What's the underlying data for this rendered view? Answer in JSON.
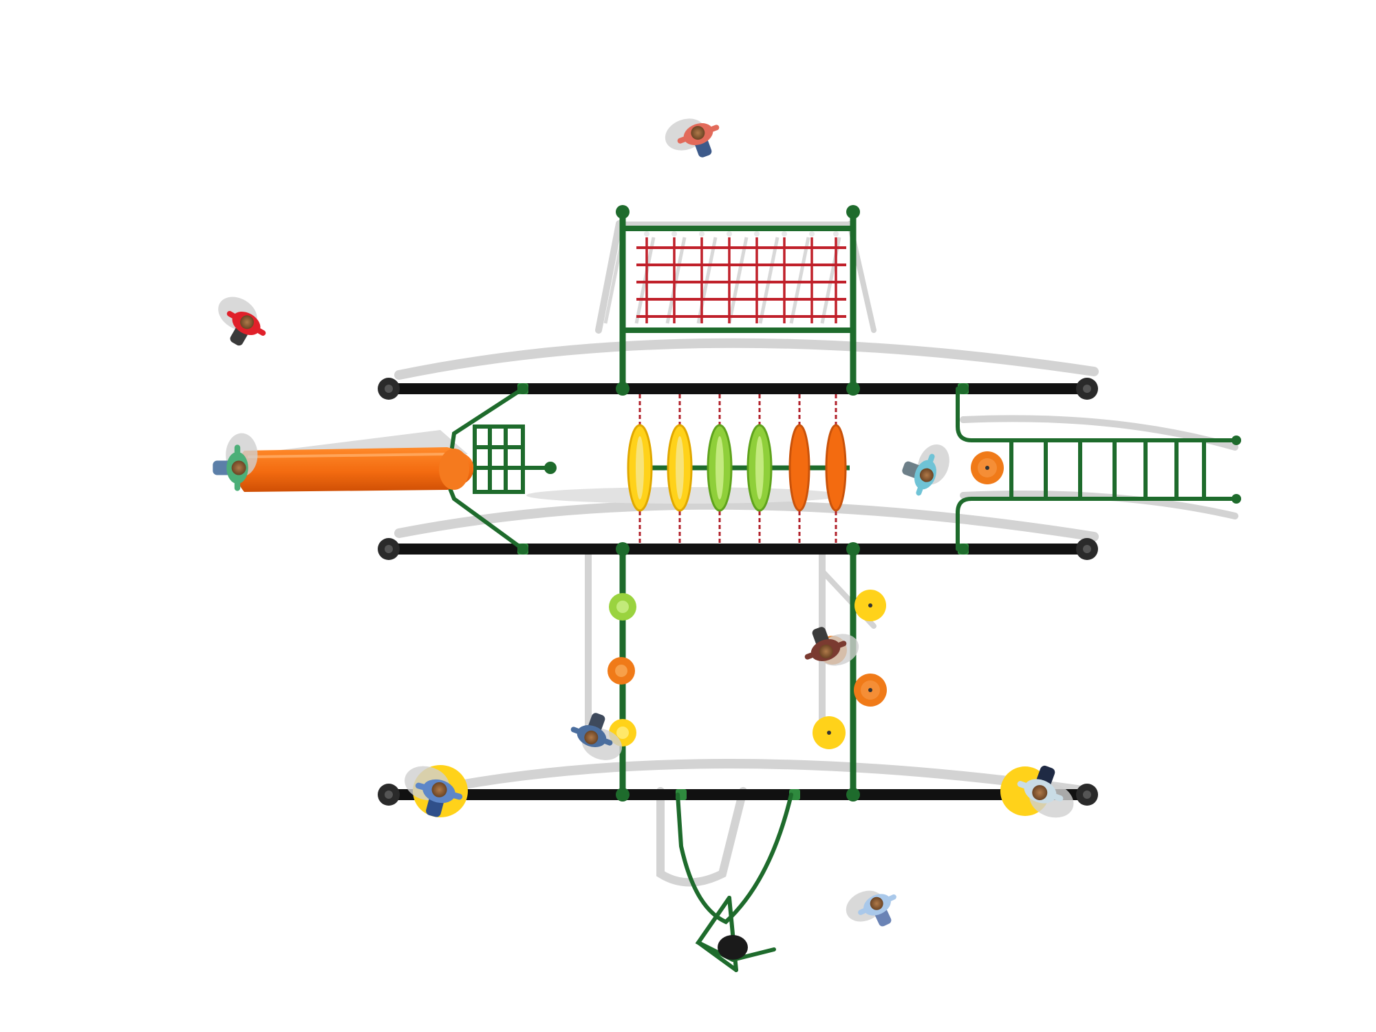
{
  "colors": {
    "frame": "#1e6b2c",
    "frame_light": "#2f8a3e",
    "beam": "#111111",
    "beam_end": "#2a2a2a",
    "shadow": "#d4d4d4",
    "shadow_dark": "#bdbdbd",
    "net": "#c0202a",
    "slide": "#f36b10",
    "slide_dark": "#d95508",
    "ring_yellow": "#ffd21a",
    "ring_green": "#8fcf3a",
    "ring_orange": "#f36b10",
    "seat_yellow": "#ffd21a",
    "seat_orange": "#f07a18",
    "seat_green": "#9ad33f"
  },
  "icons": {
    "person": "person-icon",
    "slide": "slide-icon",
    "net": "cargo-net-icon",
    "ladder": "ladder-icon",
    "ring": "ring-icon",
    "stepping_pod": "stepping-pod-icon",
    "spinner": "spinner-icon"
  },
  "people": [
    {
      "name": "person-top-center",
      "shirt": "#e26a5a",
      "pants": "#3d5a8a"
    },
    {
      "name": "person-top-left",
      "shirt": "#e0202a",
      "pants": "#3a3a3a"
    },
    {
      "name": "person-on-slide",
      "shirt": "#4caf78",
      "pants": "#5b7fa8"
    },
    {
      "name": "person-right-ladder",
      "shirt": "#6fc3d6",
      "pants": "#6d7f88"
    },
    {
      "name": "person-center-pods",
      "shirt": "#7a3a30",
      "pants": "#3b3b3b"
    },
    {
      "name": "person-left-pods",
      "shirt": "#4b6e9e",
      "pants": "#3e4a5c"
    },
    {
      "name": "person-bottom-left",
      "shirt": "#5d86c8",
      "pants": "#2f4f8a"
    },
    {
      "name": "person-bottom-right",
      "shirt": "#c9dce6",
      "pants": "#1f2a44"
    },
    {
      "name": "person-bottom-center",
      "shirt": "#a9c8ea",
      "pants": "#6a83b5"
    }
  ]
}
